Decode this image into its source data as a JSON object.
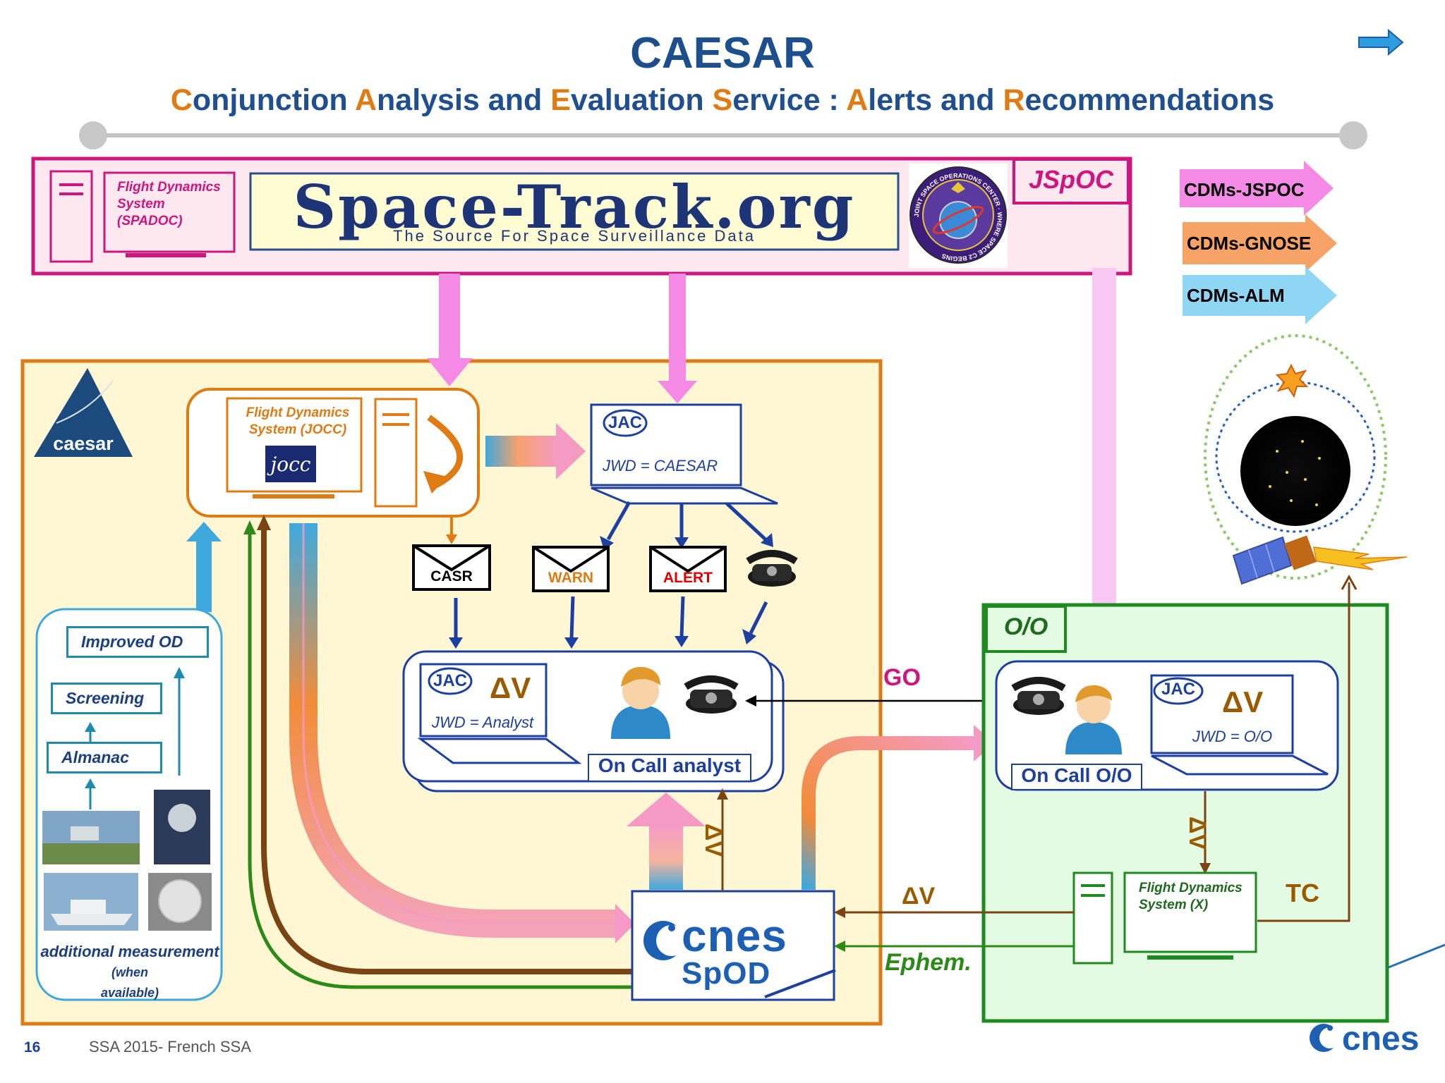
{
  "header": {
    "title": "CAESAR",
    "subtitle_parts": [
      {
        "text": "C",
        "hl": true
      },
      {
        "text": "onjunction ",
        "hl": false
      },
      {
        "text": "A",
        "hl": true
      },
      {
        "text": "nalysis and ",
        "hl": false
      },
      {
        "text": "E",
        "hl": true
      },
      {
        "text": "valuation ",
        "hl": false
      },
      {
        "text": "S",
        "hl": true
      },
      {
        "text": "ervice : ",
        "hl": false
      },
      {
        "text": "A",
        "hl": true
      },
      {
        "text": "lerts and ",
        "hl": false
      },
      {
        "text": "R",
        "hl": true
      },
      {
        "text": "ecommendations",
        "hl": false
      }
    ]
  },
  "jspoc": {
    "label": "JSpOC",
    "fds_label": "Flight Dynamics System (SPADOC)",
    "spacetrack_title": "Space-Track.org",
    "spacetrack_tagline": "The Source For Space Surveillance Data",
    "seal_text": "JOINT SPACE OPERATIONS CENTER · WHERE SPACE C2 BEGINS"
  },
  "legend": {
    "items": [
      {
        "label": "CDMs-JSPOC",
        "color": "#f48ae6"
      },
      {
        "label": "CDMs-GNOSE",
        "color": "#f7a266"
      },
      {
        "label": "CDMs-ALM",
        "color": "#8fd6f5"
      }
    ]
  },
  "caesar": {
    "logo_text": "caesar",
    "fds_label": "Flight Dynamics System (JOCC)",
    "jocc_text": "jocc",
    "jac_top": {
      "badge": "JAC",
      "caption": "JWD = CAESAR"
    },
    "messages": [
      {
        "label": "CASR",
        "color": "#000000"
      },
      {
        "label": "WARN",
        "color": "#e07a12"
      },
      {
        "label": "ALERT",
        "color": "#e00000"
      }
    ],
    "analyst": {
      "badge": "JAC",
      "dv": "ΔV",
      "caption": "JWD = Analyst",
      "name": "On Call analyst"
    },
    "left_panel": {
      "steps": [
        "Improved OD",
        "Screening",
        "Almanac"
      ],
      "caption_main": "additional measurement",
      "caption_small1": "(when",
      "caption_small2": "available)"
    },
    "spod": {
      "brand": "cnes",
      "service": "SpOD"
    },
    "dv_vertical": "ΔV"
  },
  "links": {
    "go": "GO",
    "dv": "ΔV",
    "ephem": "Ephem.",
    "tc": "TC"
  },
  "operator": {
    "label": "O/O",
    "jac": {
      "badge": "JAC",
      "dv": "ΔV",
      "caption": "JWD = O/O",
      "name": "On Call O/O"
    },
    "dv_vertical": "ΔV",
    "fds_label": "Flight Dynamics System (X)"
  },
  "footer": {
    "page_number": "16",
    "text": "SSA 2015- French SSA",
    "logo": "cnes"
  },
  "colors": {
    "navy": "#1c4f8c",
    "orange": "#e07a12",
    "magenta": "#d0157e",
    "caesar_fill": "#fff6d3",
    "oo_fill": "#e2fbe2",
    "oo_border": "#1f8a1f"
  }
}
